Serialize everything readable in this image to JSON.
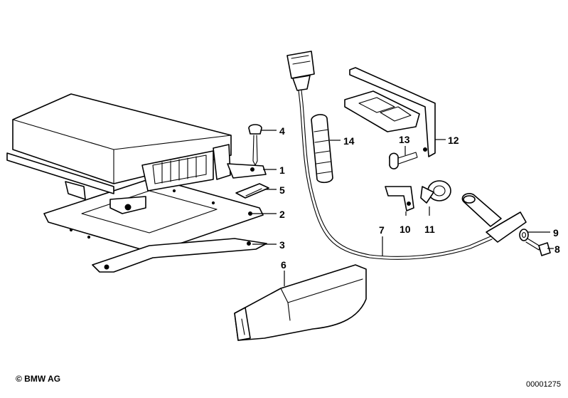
{
  "callouts": {
    "c1": "1",
    "c2": "2",
    "c3": "3",
    "c4": "4",
    "c5": "5",
    "c6": "6",
    "c7": "7",
    "c8": "8",
    "c9": "9",
    "c10": "10",
    "c11": "11",
    "c12": "12",
    "c13": "13",
    "c14": "14"
  },
  "footer": {
    "copyright": "© BMW AG",
    "diagram_id": "00001275"
  },
  "colors": {
    "line": "#000000",
    "background": "#ffffff"
  }
}
